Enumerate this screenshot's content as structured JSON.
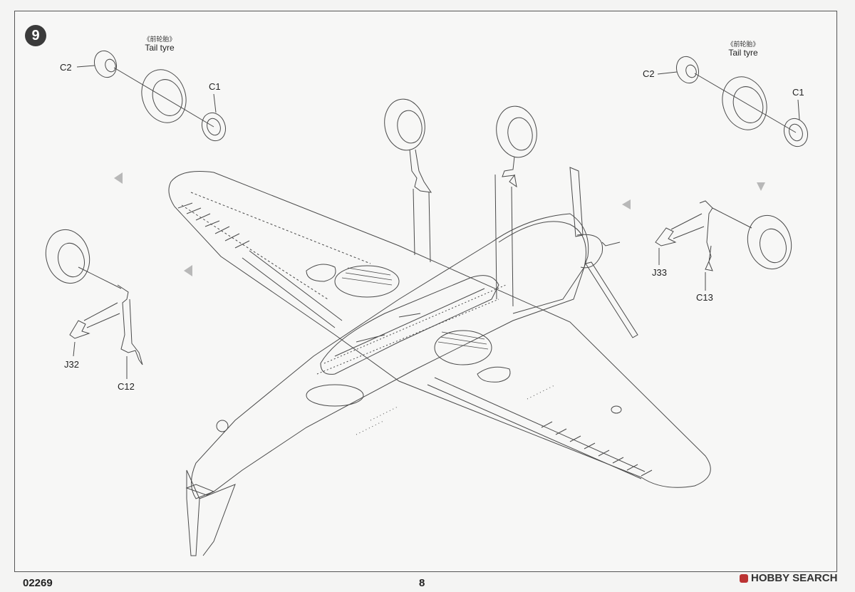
{
  "step": {
    "number": "9"
  },
  "labels": {
    "left": {
      "tail_cn": "《前轮胎》",
      "tail_en": "Tail tyre",
      "c2": "C2",
      "c1": "C1",
      "j32": "J32",
      "c12": "C12"
    },
    "right": {
      "tail_cn": "《前轮胎》",
      "tail_en": "Tail tyre",
      "c2": "C2",
      "c1": "C1",
      "j33": "J33",
      "c13": "C13"
    }
  },
  "footer": {
    "code": "02269",
    "page": "8",
    "watermark": "HOBBY SEARCH"
  },
  "colors": {
    "line": "#4a4a4a",
    "badge": "#3b3b3b",
    "arrow": "#b8b8b8"
  }
}
